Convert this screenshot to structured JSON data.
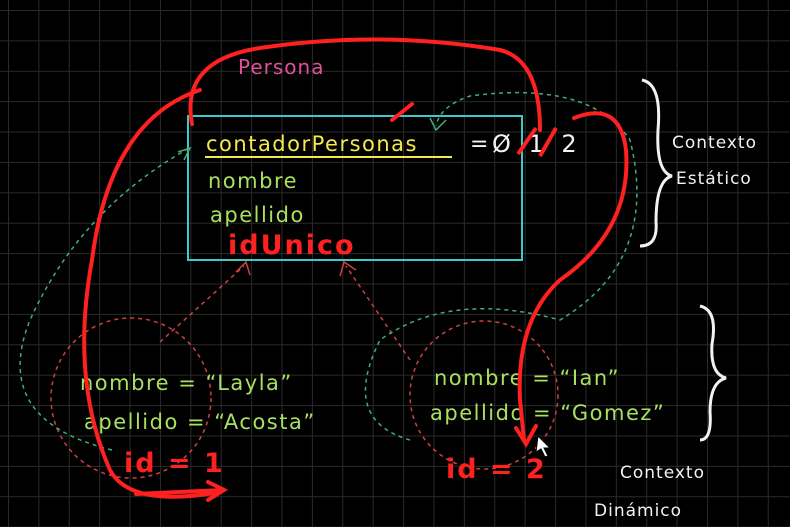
{
  "class_name": "Persona",
  "static_attribute": {
    "name": "contadorPersonas",
    "equals": "=",
    "values": "Ø 1 2"
  },
  "instance_attributes": [
    "nombre",
    "apellido"
  ],
  "added_attribute": "idUnico",
  "context_labels": {
    "static": [
      "Contexto",
      "Estático"
    ],
    "dynamic": [
      "Contexto",
      "Dinámico"
    ]
  },
  "objects": [
    {
      "nombre": "nombre  =  “Layla”",
      "apellido": "apellido  =  “Acosta”",
      "id": "id = 1"
    },
    {
      "nombre": "nombre  =  “Ian”",
      "apellido": "apellido  =  “Gomez”",
      "id": "id = 2"
    }
  ],
  "colors": {
    "background": "#000000",
    "grid": "#2a2a2a",
    "class_box": "#3ec8c8",
    "attribute_text": "#a8e060",
    "static_attribute_text": "#f5ea4a",
    "class_name": "#e0509a",
    "annotation_red": "#ff2020",
    "dashed_green": "#3fae7a",
    "dashed_red": "#d04040",
    "bracket": "#f2f2f2"
  }
}
